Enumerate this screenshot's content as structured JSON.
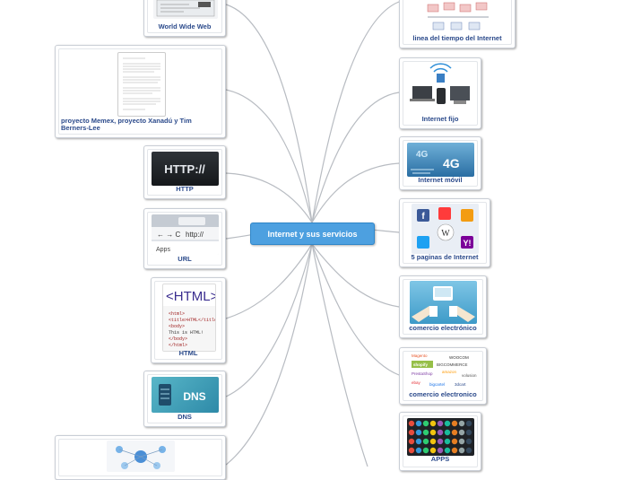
{
  "central_topic": "Internet y sus servicios",
  "left_nodes": [
    {
      "label": "World Wide Web",
      "icon": "www-diagram-icon"
    },
    {
      "label": "proyecto Memex, proyecto Xanadú y Tim Berners-Lee",
      "icon": "document-icon"
    },
    {
      "label": "HTTP",
      "icon": "http-icon"
    },
    {
      "label": "URL",
      "icon": "browser-url-bar-icon"
    },
    {
      "label": "HTML",
      "icon": "html-code-icon"
    },
    {
      "label": "DNS",
      "icon": "dns-server-icon"
    },
    {
      "label": "",
      "icon": "network-icon"
    }
  ],
  "right_nodes": [
    {
      "label": "linea del tiempo del Internet",
      "icon": "timeline-icon"
    },
    {
      "label": "Internet fijo",
      "icon": "wifi-devices-icon"
    },
    {
      "label": "Internet móvil",
      "icon": "4g-icon"
    },
    {
      "label": "5 paginas de Internet",
      "icon": "social-apps-icon"
    },
    {
      "label": "comercio electrónico",
      "icon": "ecommerce-hands-icon"
    },
    {
      "label": "comercio electronico",
      "icon": "ecommerce-logos-icon"
    },
    {
      "label": "APPS",
      "icon": "apps-grid-icon"
    }
  ],
  "colors": {
    "center_fill": "#4da0e0",
    "connector": "#b8bcc2",
    "label_text": "#2b4a8b"
  }
}
